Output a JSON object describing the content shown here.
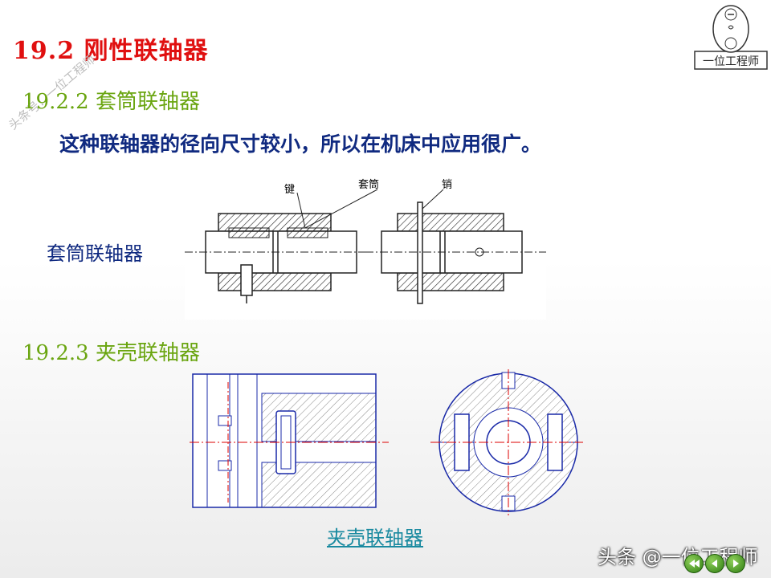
{
  "title": "19.2 刚性联轴器",
  "section1": {
    "heading": "19.2.2 套筒联轴器",
    "description": "这种联轴器的径向尺寸较小，所以在机床中应用很广。",
    "figure_label": "套筒联轴器",
    "figure_callouts": [
      "键",
      "套筒",
      "销"
    ]
  },
  "section2": {
    "heading": "19.2.3 夹壳联轴器",
    "figure_link": "夹壳联轴器"
  },
  "watermark": {
    "bottom_right": "头条 @一位工程师",
    "diagonal": "头条号：一位工程师"
  },
  "logo": {
    "text": "一位工程师"
  },
  "nav": {
    "icons": [
      "rewind-icon",
      "back-icon",
      "forward-icon"
    ]
  },
  "colors": {
    "title": "#e01010",
    "heading": "#6aa510",
    "body": "#102a80",
    "link": "#1a8aa0",
    "nav": "#3c9a1a"
  }
}
